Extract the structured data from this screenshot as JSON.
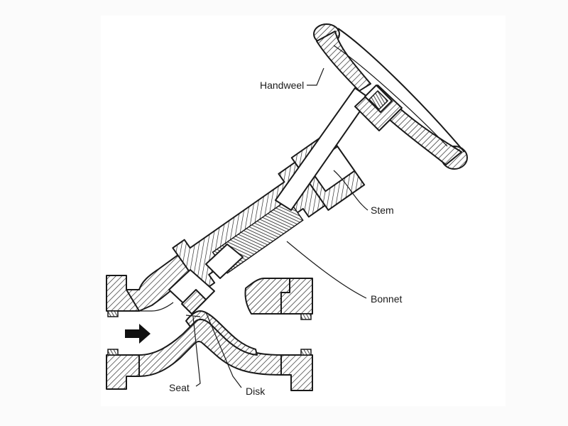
{
  "diagram": {
    "labels": {
      "handwheel": "Handweel",
      "stem": "Stem",
      "bonnet": "Bonnet",
      "seat": "Seat",
      "disk": "Disk"
    },
    "flow_arrow_icon": "right-arrow-icon"
  }
}
